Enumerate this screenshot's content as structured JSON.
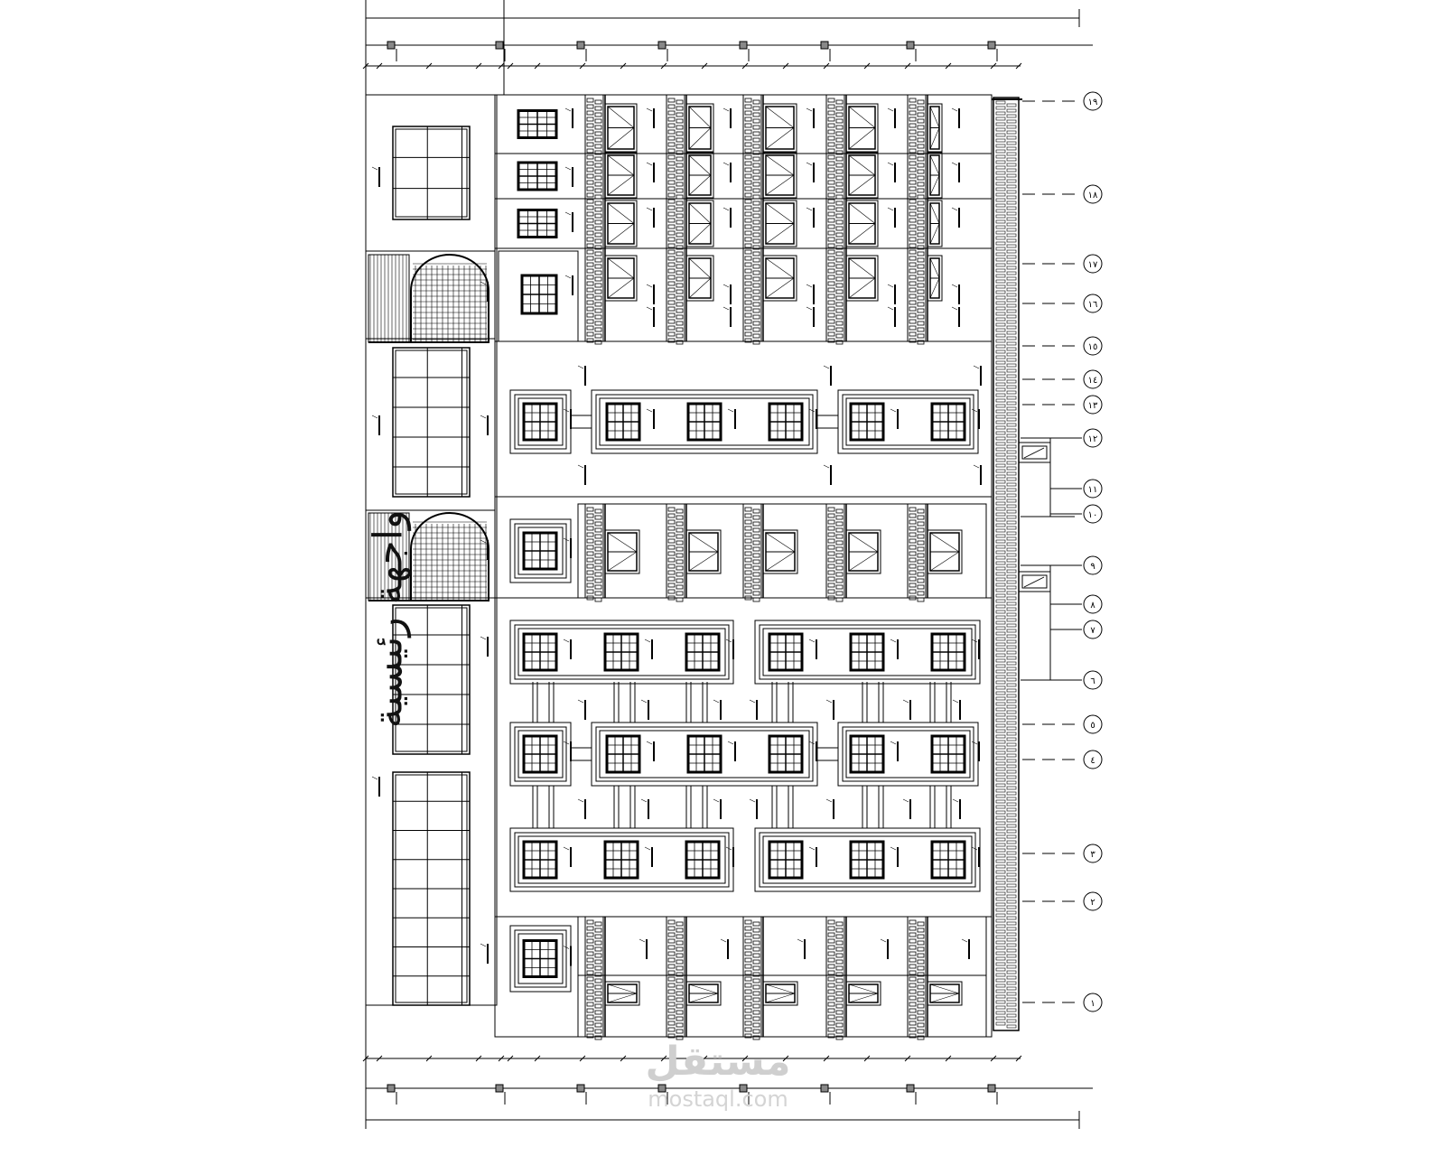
{
  "drawing": {
    "title": "واجهة رئيسية",
    "watermark": {
      "logo": "مستقل",
      "site": "mostaql.com"
    },
    "level_markers": [
      "١٩",
      "١٨",
      "١٧",
      "١٦",
      "١٥",
      "١٤",
      "١٣",
      "١٢",
      "١١",
      "١٠",
      "٩",
      "٨",
      "٧",
      "٦",
      "٥",
      "٤",
      "٣",
      "٢",
      "١"
    ],
    "line_color": "#000000"
  }
}
